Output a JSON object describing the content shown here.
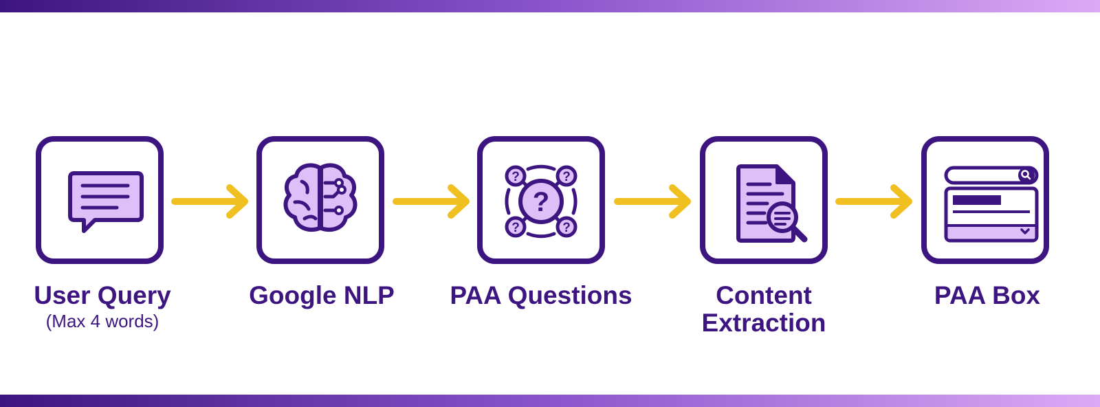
{
  "diagram": {
    "colors": {
      "primary": "#3d1580",
      "icon_fill": "#dcc0f7",
      "arrow": "#f0c020"
    },
    "steps": [
      {
        "icon": "chat-bubble-icon",
        "label": "User Query",
        "sublabel": "(Max 4 words)"
      },
      {
        "icon": "brain-circuit-icon",
        "label": "Google NLP"
      },
      {
        "icon": "question-network-icon",
        "label": "PAA Questions"
      },
      {
        "icon": "document-search-icon",
        "label": "Content",
        "label_line2": "Extraction"
      },
      {
        "icon": "search-result-box-icon",
        "label": "PAA Box"
      }
    ]
  }
}
